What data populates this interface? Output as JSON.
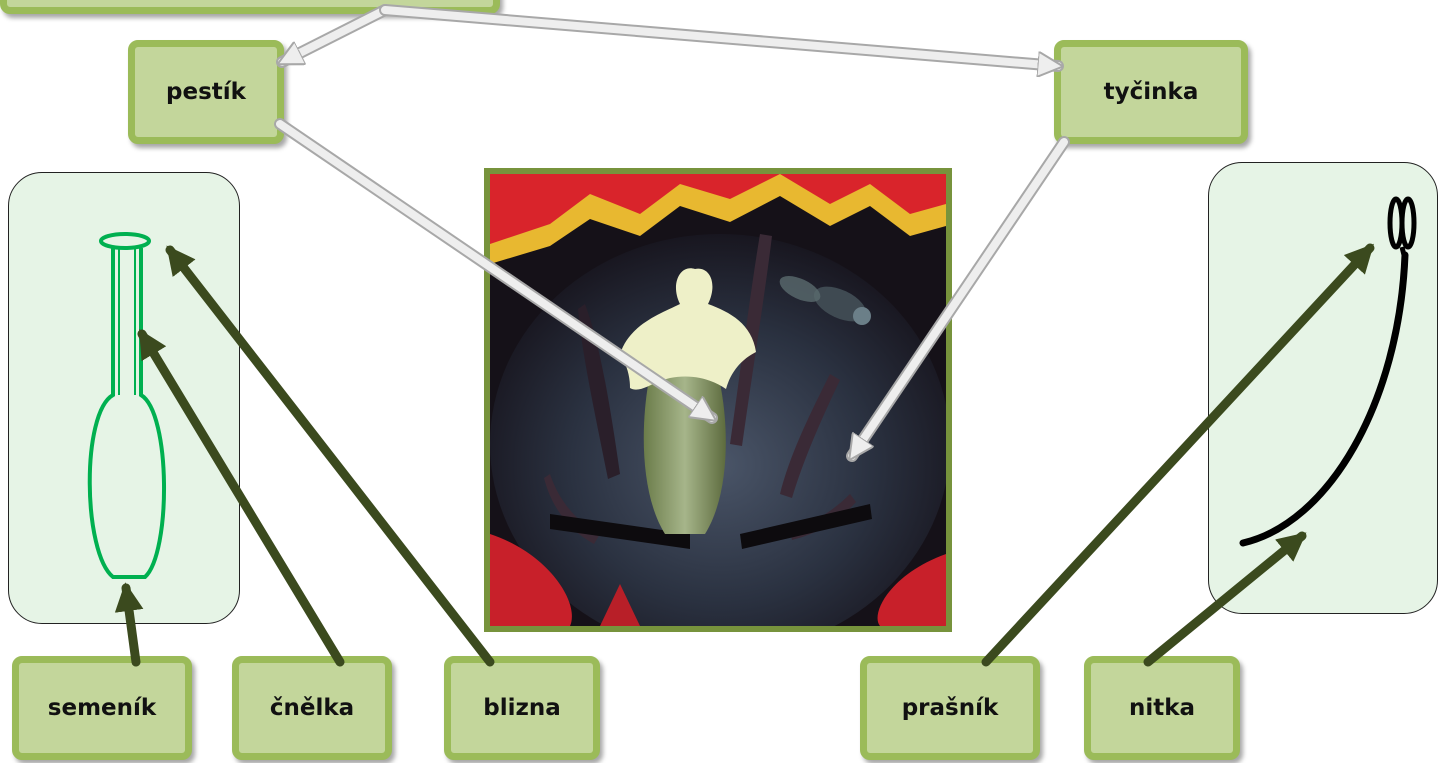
{
  "labels": {
    "pestik": "pestík",
    "tycinka": "tyčinka",
    "semenik": "semeník",
    "cnelka": "čnělka",
    "blizna": "blizna",
    "prasnik": "prašník",
    "nitka": "nitka"
  },
  "colors": {
    "box_fill": "#c3d69b",
    "box_border": "#9bbb59",
    "panel_fill": "#e6f4e6",
    "pistil_outline": "#00b050",
    "dark_arrow": "#3b4a1e",
    "light_arrow": "#eeeeee",
    "photo_border": "#77933c"
  }
}
